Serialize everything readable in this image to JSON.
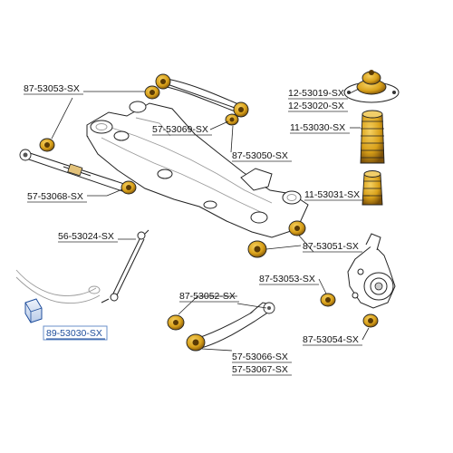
{
  "labels": {
    "l1": "87-53053-SX",
    "l2": "57-53069-SX",
    "l3": "57-53068-SX",
    "l4": "87-53050-SX",
    "l5": "12-53019-SX",
    "l6": "12-53020-SX",
    "l7": "11-53030-SX",
    "l8": "11-53031-SX",
    "l9": "56-53024-SX",
    "l10": "87-53051-SX",
    "l11": "87-53053-SX",
    "l12": "87-53052-SX",
    "l13": "89-53030-SX",
    "l14": "87-53054-SX",
    "l15": "57-53066-SX",
    "l16": "57-53067-SX"
  },
  "colors": {
    "bushing": "#d9a11a",
    "bushing_dark": "#7a4f08",
    "highlight": "#1f4e9c",
    "highlight_fill": "#d6e2f6",
    "outline": "#222222"
  }
}
